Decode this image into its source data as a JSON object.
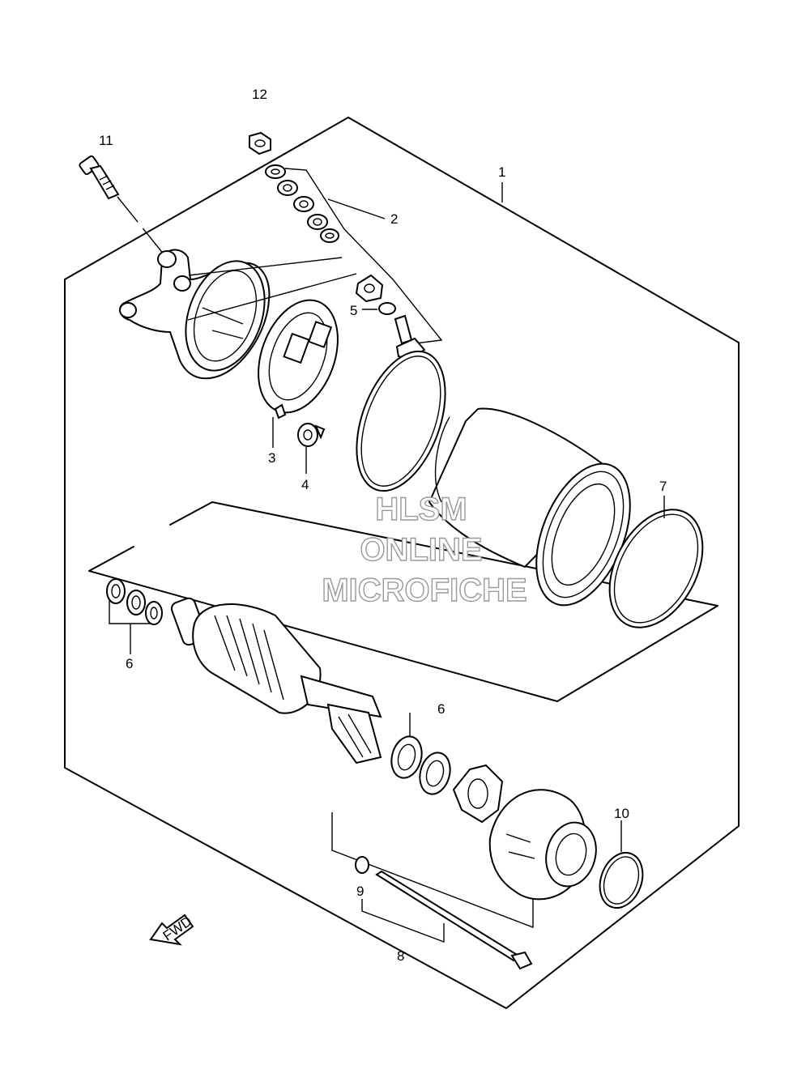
{
  "callouts": {
    "c1": "1",
    "c2": "2",
    "c3": "3",
    "c4": "4",
    "c5": "5",
    "c6a": "6",
    "c6b": "6",
    "c7": "7",
    "c8": "8",
    "c9": "9",
    "c10": "10",
    "c11": "11",
    "c12": "12"
  },
  "watermark": {
    "line1": "HLSM",
    "line2": "ONLINE",
    "line3": "MICROFICHE"
  },
  "fwd_label": "FWD",
  "colors": {
    "lines": "#000000",
    "watermark_outline": "#9a9a9a",
    "background": "#ffffff"
  }
}
